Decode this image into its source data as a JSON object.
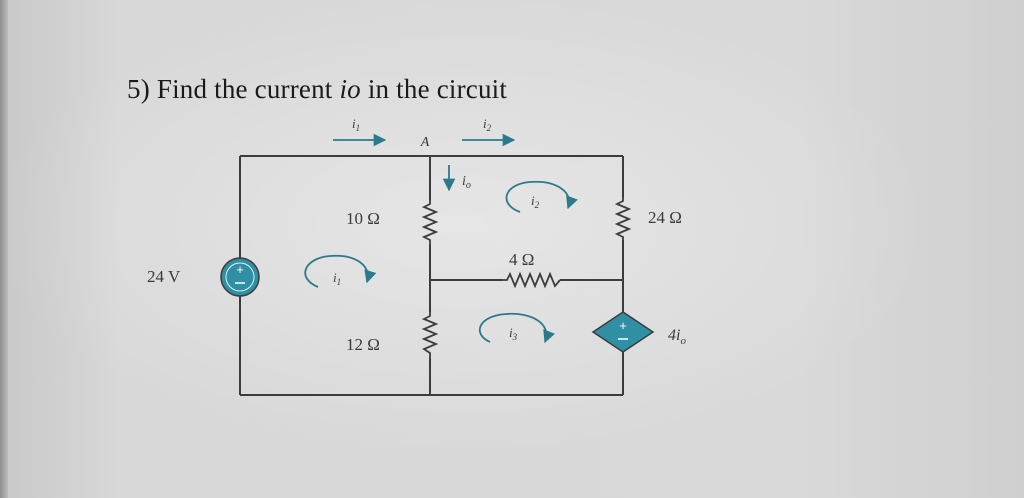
{
  "problem": {
    "number_label": "5)",
    "text_before": "Find the current",
    "variable": "io",
    "text_after": "in the circuit"
  },
  "circuit": {
    "node_label": "A",
    "voltage_source": {
      "label": "24 V"
    },
    "resistors": {
      "r_top_middle": "10 Ω",
      "r_bottom_middle": "12 Ω",
      "r_horizontal": "4 Ω",
      "r_right": "24 Ω"
    },
    "dependent_source": {
      "label_coeff": "4i",
      "label_sub": "o"
    },
    "currents": {
      "branch_left": {
        "base": "i",
        "sub": "1"
      },
      "branch_right": {
        "base": "i",
        "sub": "2"
      },
      "io": {
        "base": "i",
        "sub": "o"
      }
    },
    "mesh_currents": [
      {
        "base": "i",
        "sub": "1"
      },
      {
        "base": "i",
        "sub": "2"
      },
      {
        "base": "i",
        "sub": "3"
      }
    ],
    "colors": {
      "wire": "#3c3c3c",
      "source_fill": "#2f8fa3",
      "arrow": "#2b7a8c",
      "text": "#3a3a3a"
    }
  }
}
